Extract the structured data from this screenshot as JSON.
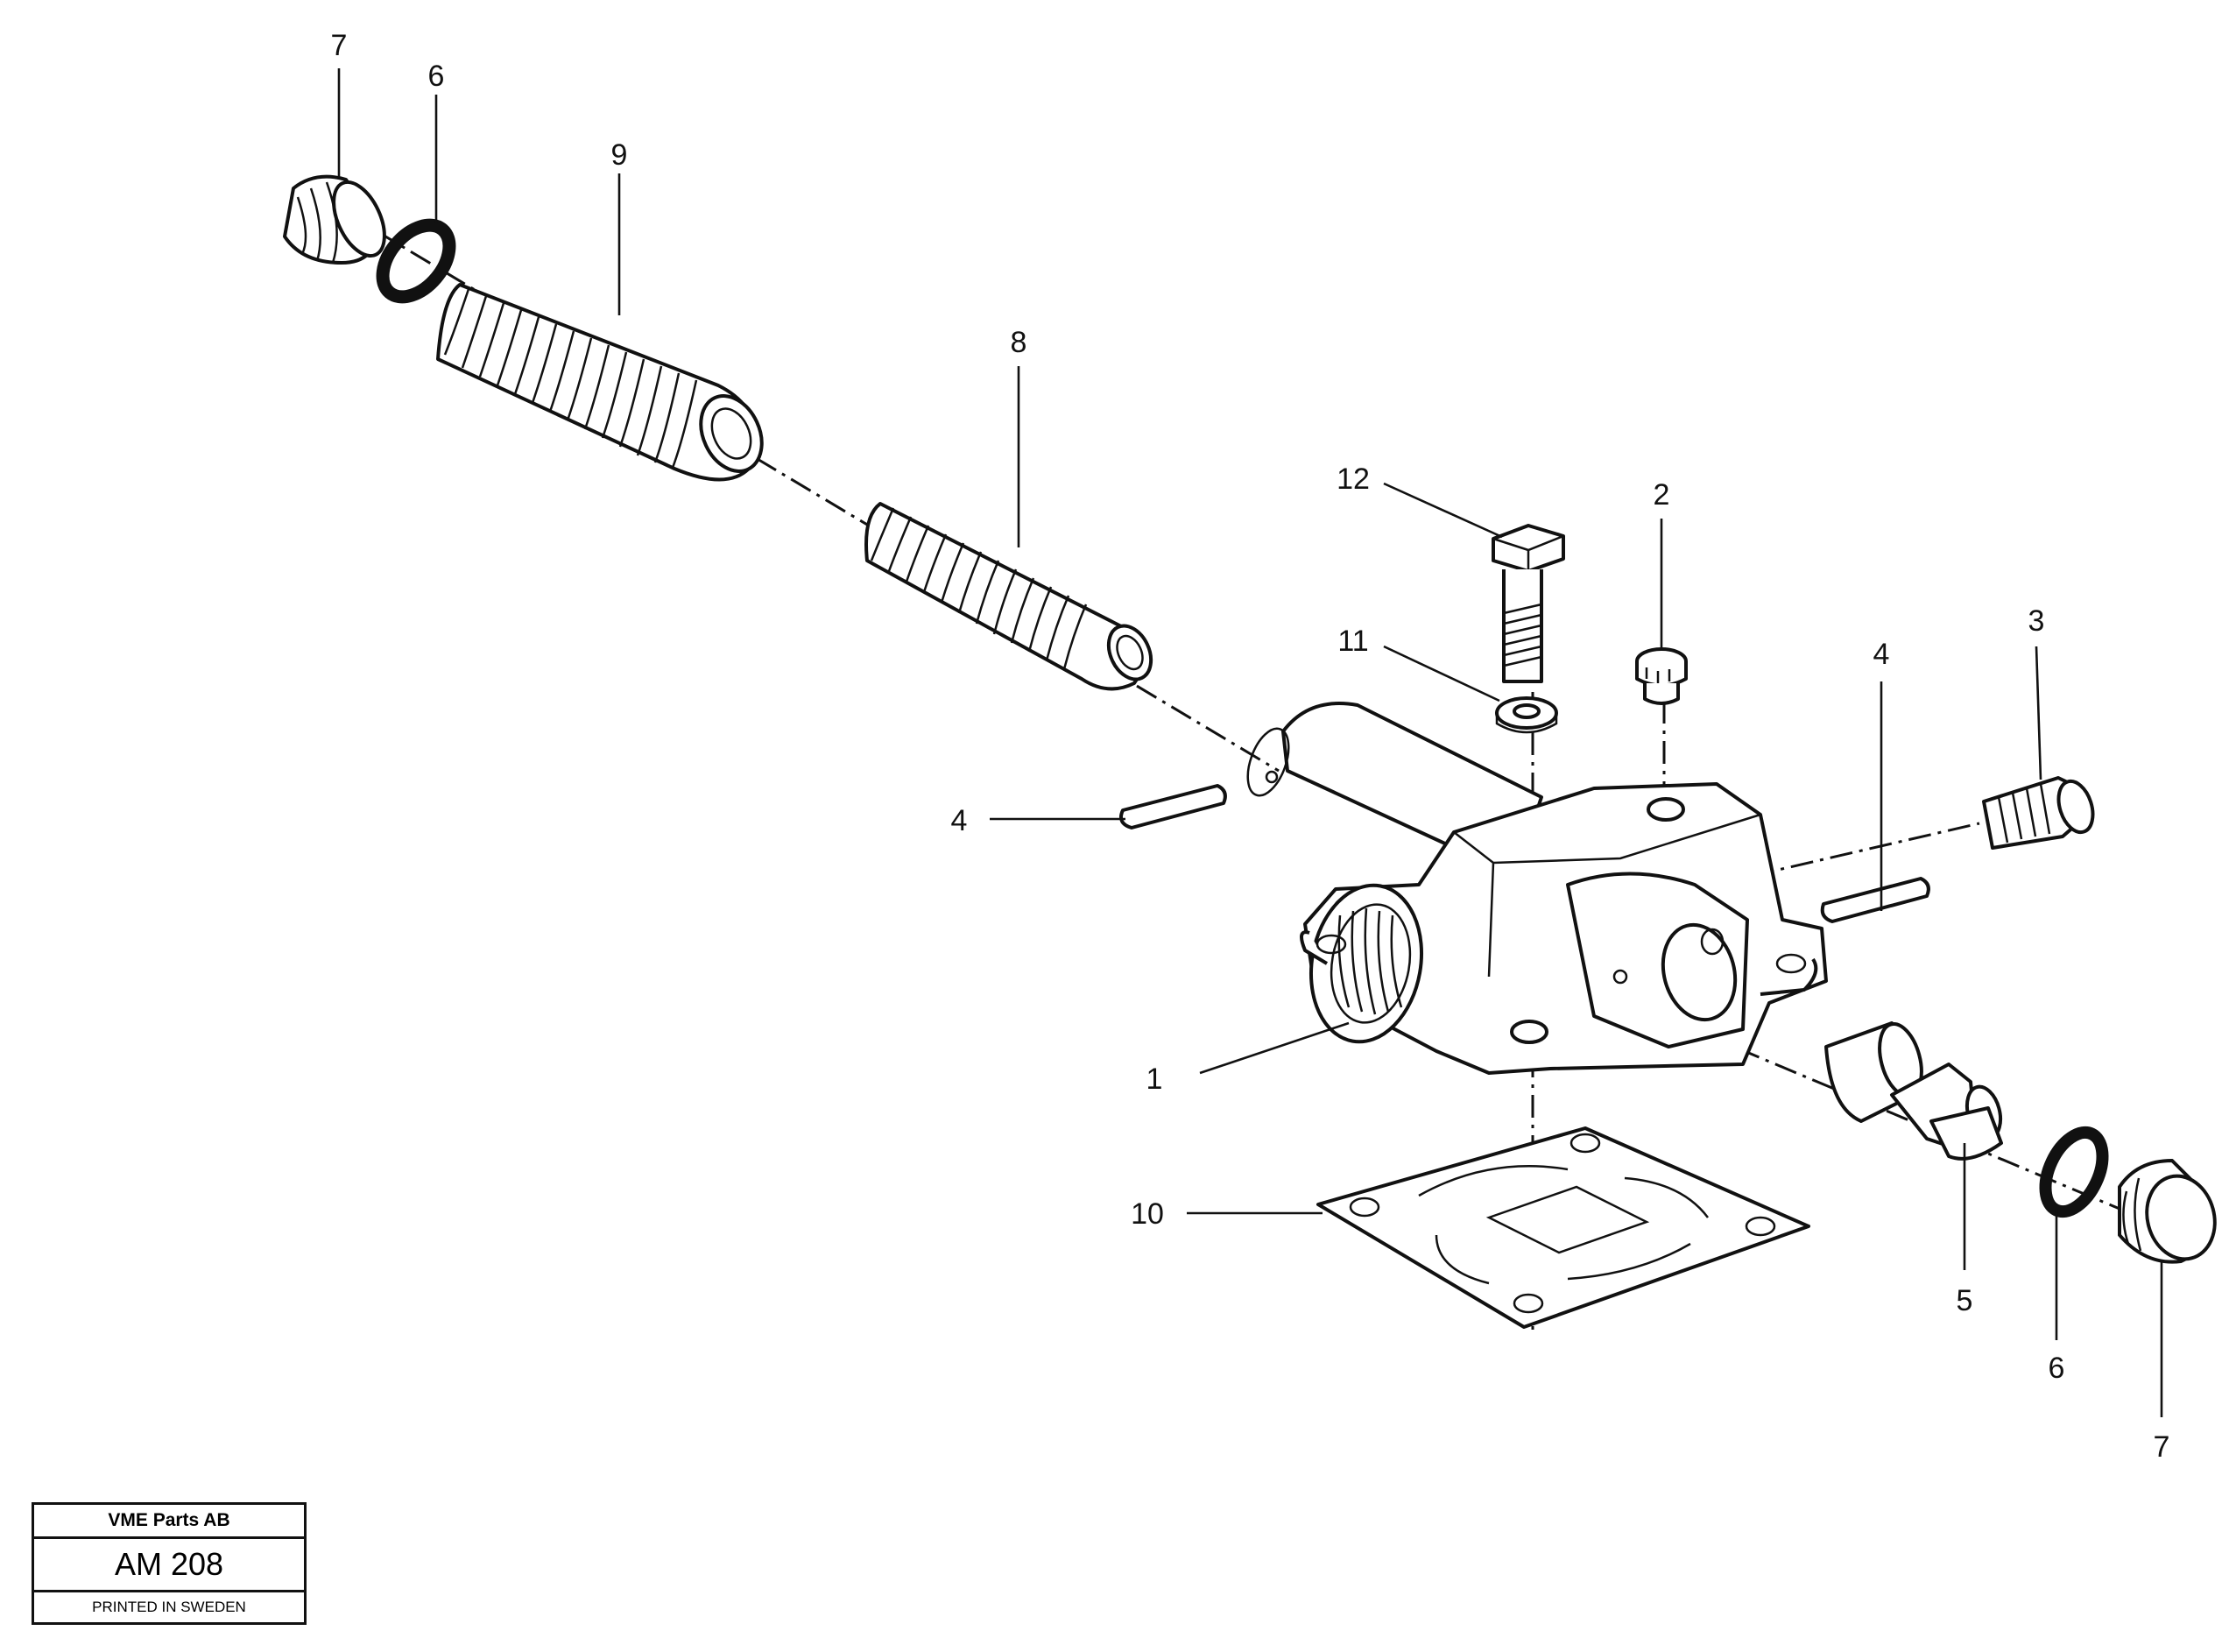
{
  "diagram": {
    "callouts": [
      "7",
      "6",
      "9",
      "8",
      "12",
      "2",
      "11",
      "4",
      "3",
      "4",
      "1",
      "10",
      "5",
      "6",
      "7"
    ]
  },
  "title_block": {
    "company": "VME Parts AB",
    "code": "AM 208",
    "printed": "PRINTED IN SWEDEN"
  }
}
